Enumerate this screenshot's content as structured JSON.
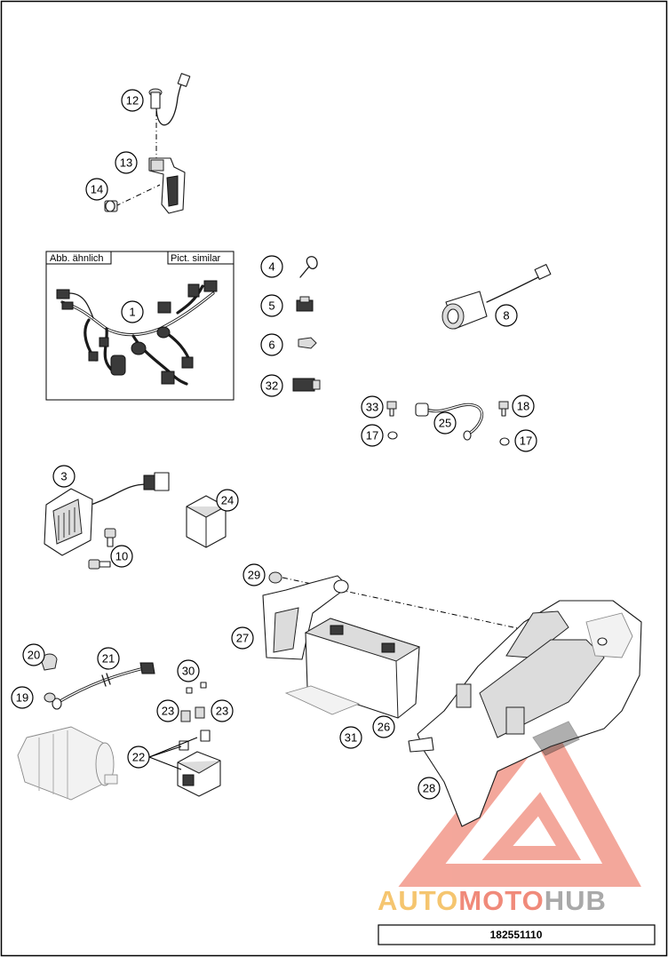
{
  "inset_box": {
    "label_left": "Abb. ähnlich",
    "label_right": "Pict. similar"
  },
  "callouts": {
    "c1": "1",
    "c3": "3",
    "c4": "4",
    "c5": "5",
    "c6": "6",
    "c8": "8",
    "c10": "10",
    "c12": "12",
    "c13": "13",
    "c14": "14",
    "c17a": "17",
    "c17b": "17",
    "c18": "18",
    "c19": "19",
    "c20": "20",
    "c21": "21",
    "c22": "22",
    "c23a": "23",
    "c23b": "23",
    "c24": "24",
    "c25": "25",
    "c26": "26",
    "c27": "27",
    "c28": "28",
    "c29": "29",
    "c30": "30",
    "c31": "31",
    "c32": "32",
    "c33": "33"
  },
  "watermark": {
    "part1": "AUTO",
    "part2": "MOTO",
    "part3": "HUB",
    "colors": {
      "auto": "#f5c56f",
      "moto": "#f08a7a",
      "hub": "#a9a9a9",
      "triangle": "#f08a7a"
    }
  },
  "footer": {
    "code": "182551110"
  },
  "icons": [
    "wiring-harness-icon",
    "battery-icon",
    "relay-icon",
    "starter-motor-icon",
    "regulator-icon"
  ]
}
